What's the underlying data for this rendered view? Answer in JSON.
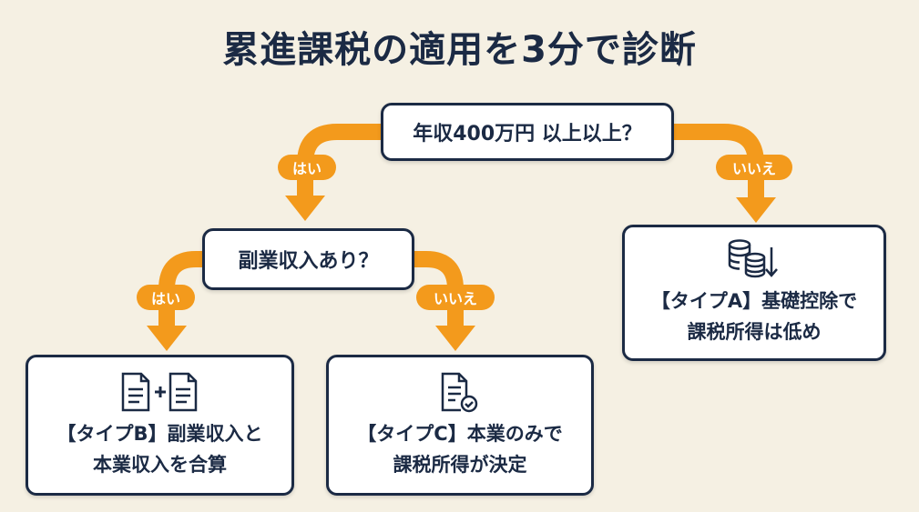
{
  "title": "累進課税の適用を3分で診断",
  "root_question": "年収400万円 以上以上？",
  "second_question": "副業収入あり？",
  "labels": {
    "root_yes": "はい",
    "root_no": "いいえ",
    "second_yes": "はい",
    "second_no": "いいえ"
  },
  "results": {
    "type_a": {
      "line1": "【タイプA】基礎控除で",
      "line2": "課税所得は低め",
      "icon": "coins-down-icon"
    },
    "type_b": {
      "line1": "【タイプB】副業収入と",
      "line2": "本業収入を合算",
      "icon": "documents-plus-icon"
    },
    "type_c": {
      "line1": "【タイプC】本業のみで",
      "line2": "課税所得が決定",
      "icon": "document-check-icon"
    }
  },
  "colors": {
    "navy": "#1b2a44",
    "orange": "#f39a1c",
    "background": "#f5f0e3"
  }
}
